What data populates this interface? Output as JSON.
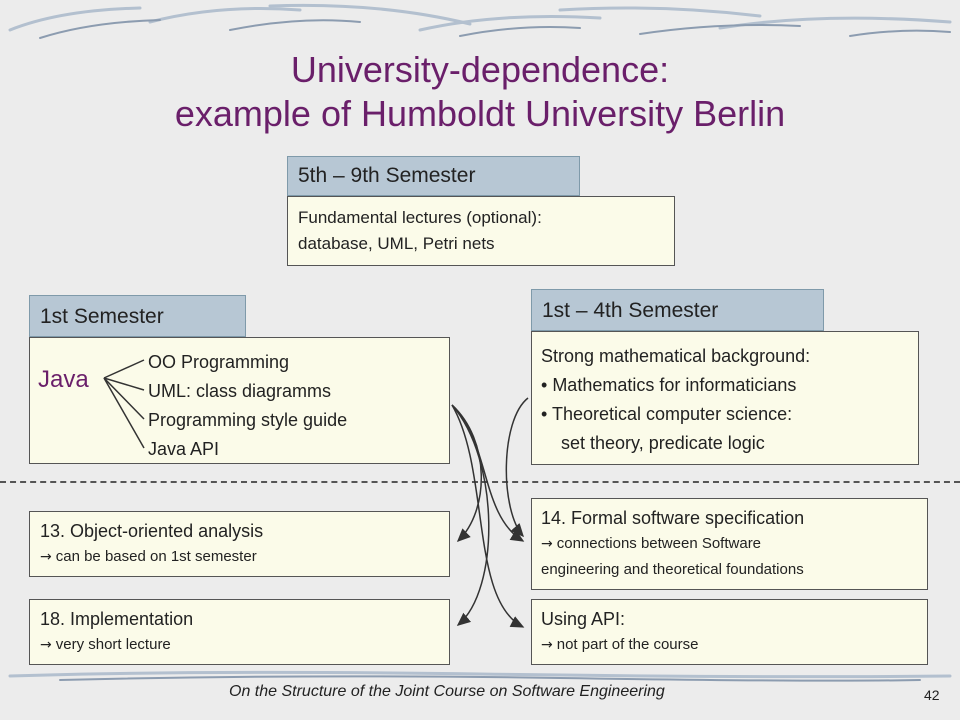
{
  "slide": {
    "title_line1": "University-dependence:",
    "title_line2": "example of Humboldt University Berlin",
    "sem_5_9": {
      "tab": "5th – 9th Semester",
      "lines": [
        "Fundamental lectures (optional):",
        "database, UML, Petri nets"
      ]
    },
    "sem_1": {
      "tab": "1st Semester",
      "java_label": "Java",
      "topics": [
        "OO Programming",
        "UML: class diagramms",
        "Programming style guide",
        "Java API"
      ]
    },
    "sem_1_4": {
      "tab": "1st – 4th Semester",
      "heading": "Strong mathematical background:",
      "bullets": [
        "Mathematics for informaticians",
        "Theoretical computer science:"
      ],
      "continuation": "set theory, predicate logic"
    },
    "course_13": {
      "title": "13. Object-oriented analysis",
      "arrow": "→",
      "note": "can be based on 1st semester"
    },
    "course_18": {
      "title": "18. Implementation",
      "arrow": "→",
      "note": "very short lecture"
    },
    "course_14": {
      "title": "14. Formal software specification",
      "arrow": "→",
      "note_line1": "connections between Software",
      "note_line2": "engineering and theoretical foundations"
    },
    "api": {
      "title": "Using API:",
      "arrow": "→",
      "note": "not part of the course"
    },
    "footer": "On the Structure of the Joint Course on Software Engineering",
    "page_number": "42"
  },
  "colors": {
    "title": "#6a1f6a",
    "tab": "#b7c7d4",
    "box": "#fbfbe9",
    "background": "#ececec"
  }
}
